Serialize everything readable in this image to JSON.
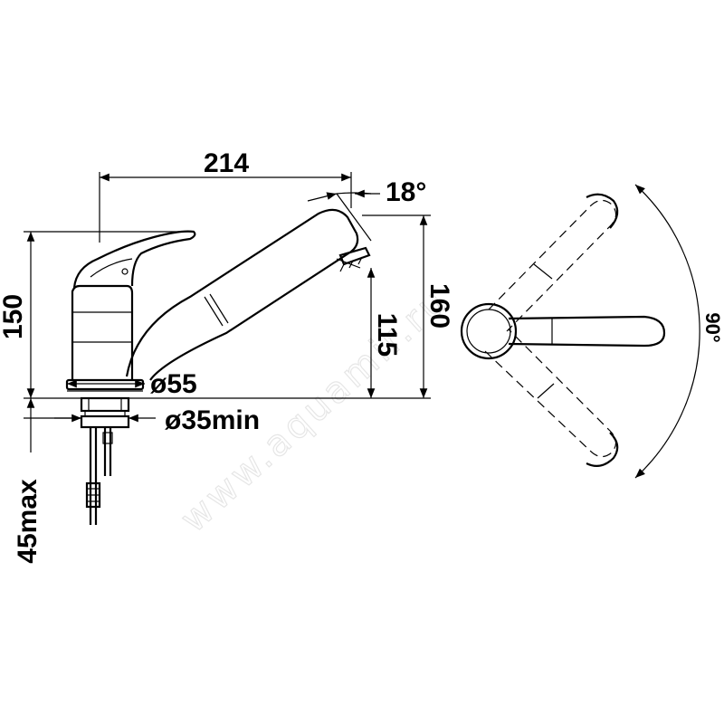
{
  "dimensions": {
    "width_214": "214",
    "angle_18": "18°",
    "height_150": "150",
    "height_160": "160",
    "height_115": "115",
    "dia_55": "ø55",
    "dia_35min": "ø35min",
    "depth_45max": "45max",
    "swivel_90": "90°"
  },
  "watermark": "www.aquamir.ru",
  "colors": {
    "line": "#000000",
    "background": "#ffffff",
    "watermark": "#e6e6e6"
  }
}
